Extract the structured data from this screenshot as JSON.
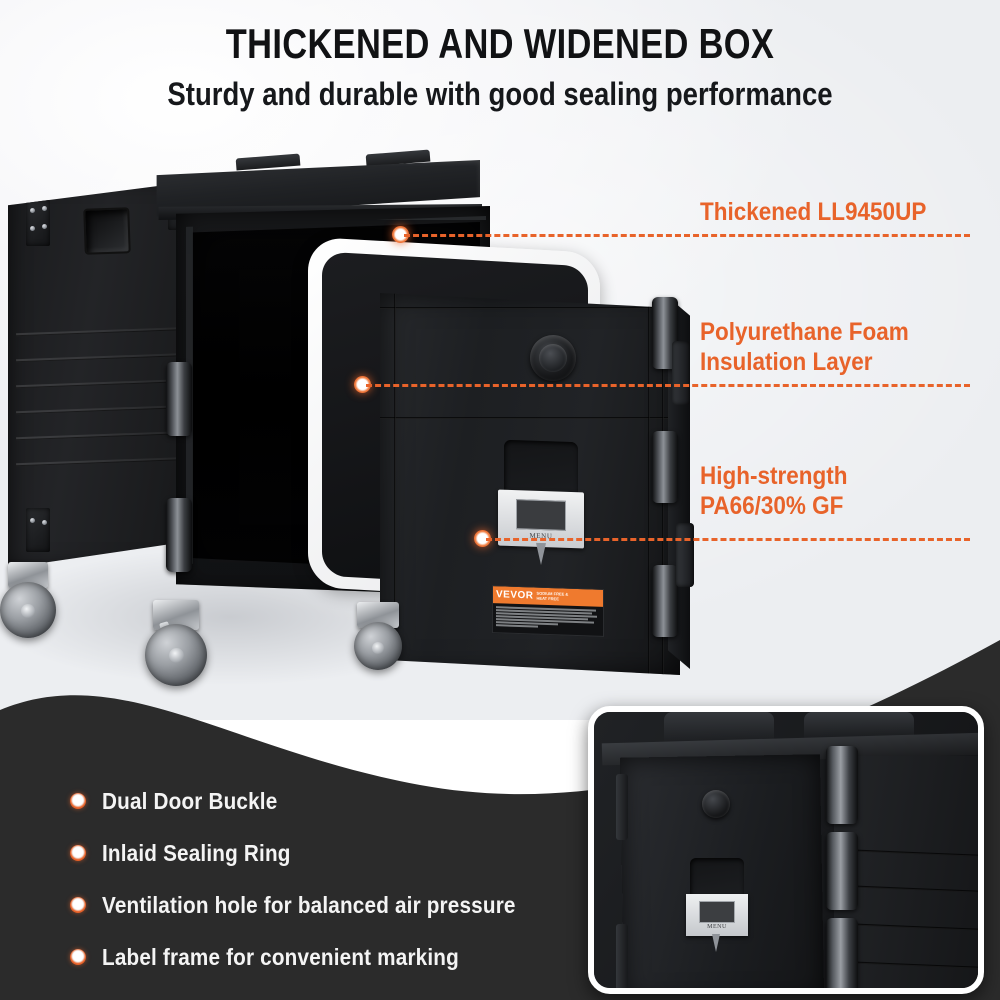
{
  "header": {
    "title": "THICKENED AND WIDENED BOX",
    "subtitle": "Sturdy and durable with good sealing performance"
  },
  "colors": {
    "accent_orange": "#e8632a",
    "dark_panel": "#2b2b2b",
    "light_bg": "#eceef1",
    "text_light": "#f4f4f4",
    "sticker_orange": "#ef7a2e"
  },
  "callouts": [
    {
      "id": "callout-thickened",
      "label_line1": "Thickened LL9450UP",
      "label_line2": ""
    },
    {
      "id": "callout-insulation",
      "label_line1": "Polyurethane Foam",
      "label_line2": "Insulation Layer"
    },
    {
      "id": "callout-strength",
      "label_line1": "High-strength",
      "label_line2": "PA66/30% GF"
    }
  ],
  "features": [
    {
      "label": "Dual Door Buckle"
    },
    {
      "label": "Inlaid Sealing Ring"
    },
    {
      "label": "Ventilation hole for balanced air pressure"
    },
    {
      "label": "Label frame for convenient marking"
    }
  ],
  "product": {
    "label_frame_text": "MENU",
    "sticker_brand": "VEVOR",
    "sticker_tagline_1": "SODIUM FREE &",
    "sticker_tagline_2": "HEAT FREE"
  },
  "inset": {
    "label_frame_text": "MENU"
  }
}
